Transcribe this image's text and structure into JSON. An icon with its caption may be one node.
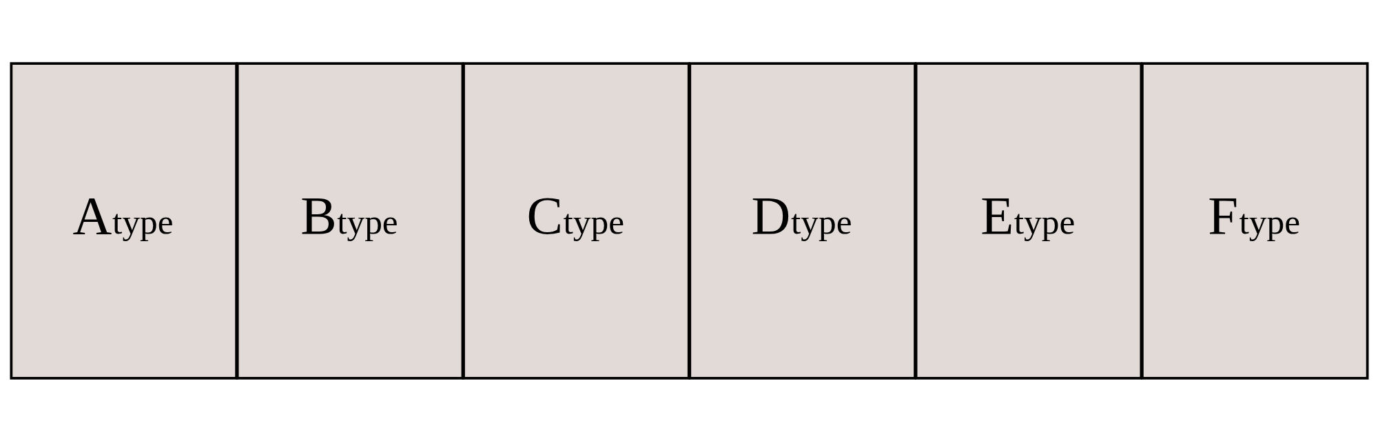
{
  "diagram": {
    "nodes": [
      {
        "text": [
          "Atype"
        ]
      },
      {
        "text": [
          "Btype"
        ]
      },
      {
        "text": [
          "Ctype"
        ]
      },
      {
        "text": [
          "Dtype"
        ]
      },
      {
        "text": [
          "Etype"
        ]
      },
      {
        "text": [
          "Ftype"
        ]
      }
    ]
  }
}
